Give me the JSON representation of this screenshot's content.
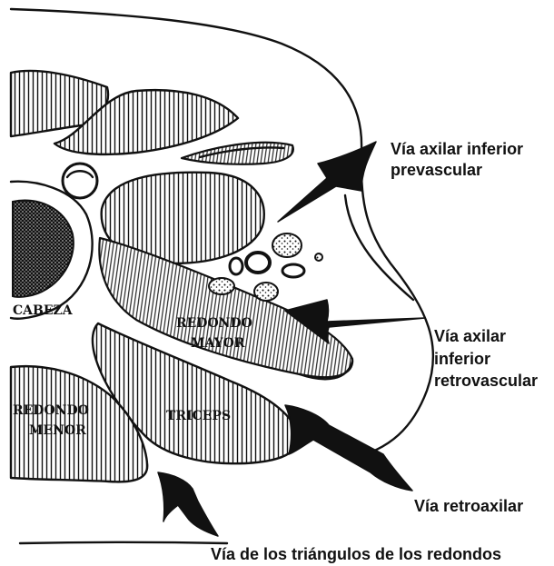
{
  "anatomy_labels": {
    "cabeza": "CABEZA",
    "redondo_mayor_line1": "REDONDO",
    "redondo_mayor_line2": "MAYOR",
    "redondo_menor_line1": "REDONDO",
    "redondo_menor_line2": "MENOR",
    "triceps": "TRICEPS"
  },
  "routes": {
    "axilar_inferior_prevascular_line1": "Vía axilar inferior",
    "axilar_inferior_prevascular_line2": "prevascular",
    "axilar_inferior_retrovascular_line1": "Vía axilar",
    "axilar_inferior_retrovascular_line2": "inferior",
    "axilar_inferior_retrovascular_line3": "retrovascular",
    "retroaxilar": "Vía retroaxilar",
    "triangulos_redondos": "Vía de los triángulos de los redondos"
  },
  "colors": {
    "ink": "#111111",
    "paper": "#ffffff"
  }
}
